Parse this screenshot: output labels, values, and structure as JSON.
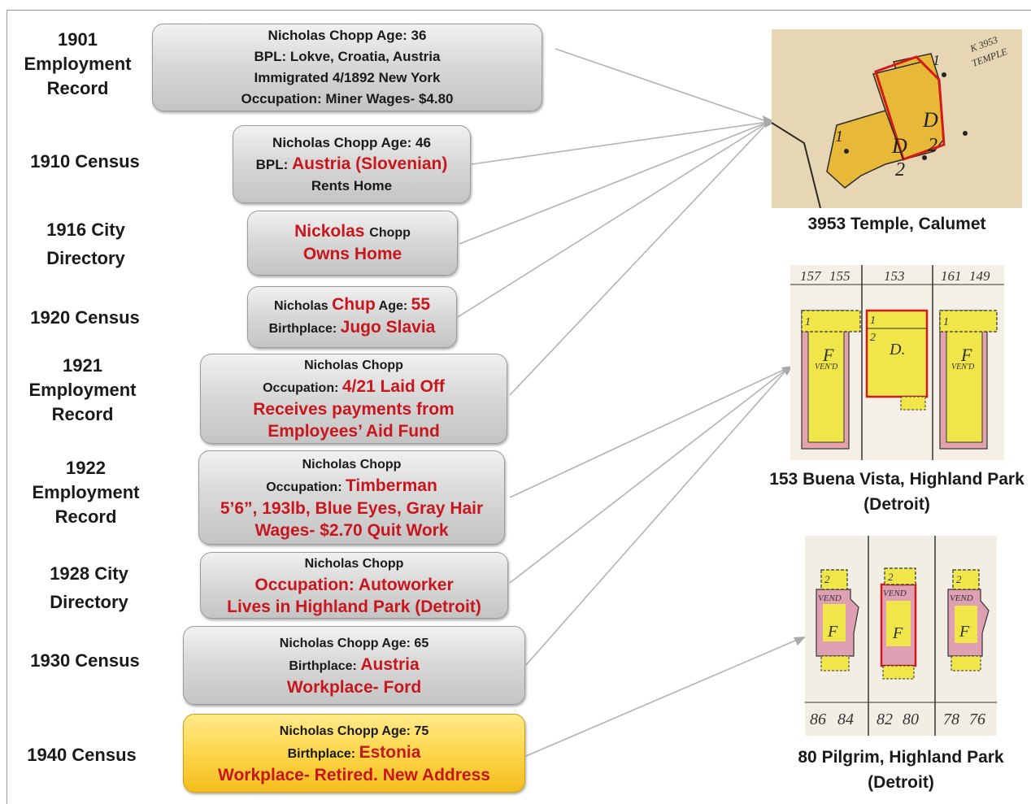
{
  "rows": [
    {
      "label_lines": [
        "1901",
        "Employment",
        "Record"
      ],
      "box_lines": [
        [
          {
            "t": "Nicholas Chopp   Age: 36",
            "c": "b"
          }
        ],
        [
          {
            "t": "BPL:  Lokve, Croatia, Austria",
            "c": "b"
          }
        ],
        [
          {
            "t": "Immigrated 4/1892 New York",
            "c": "b"
          }
        ],
        [
          {
            "t": "Occupation: Miner  Wages- $4.80",
            "c": "b"
          }
        ]
      ]
    },
    {
      "label_lines": [
        "1910 Census"
      ],
      "box_lines": [
        [
          {
            "t": "Nicholas Chopp  Age: 46",
            "c": "b"
          }
        ],
        [
          {
            "t": "BPL: ",
            "c": "b"
          },
          {
            "t": "Austria (Slovenian)",
            "c": "r"
          }
        ],
        [
          {
            "t": "Rents Home",
            "c": "b"
          }
        ]
      ]
    },
    {
      "label_lines": [
        "1916 City",
        "Directory"
      ],
      "box_lines": [
        [
          {
            "t": "Nickolas ",
            "c": "r"
          },
          {
            "t": "Chopp",
            "c": "s"
          }
        ],
        [
          {
            "t": "Owns Home",
            "c": "r"
          }
        ]
      ]
    },
    {
      "label_lines": [
        "1920 Census"
      ],
      "box_lines": [
        [
          {
            "t": "Nicholas ",
            "c": "s"
          },
          {
            "t": "Chup",
            "c": "r"
          },
          {
            "t": "  Age: ",
            "c": "s"
          },
          {
            "t": "55",
            "c": "r"
          }
        ],
        [
          {
            "t": "Birthplace: ",
            "c": "s"
          },
          {
            "t": "Jugo Slavia",
            "c": "r"
          }
        ]
      ]
    },
    {
      "label_lines": [
        "1921",
        "Employment",
        "Record"
      ],
      "box_lines": [
        [
          {
            "t": "Nicholas Chopp",
            "c": "s"
          }
        ],
        [
          {
            "t": "Occupation: ",
            "c": "s"
          },
          {
            "t": "4/21 Laid Off",
            "c": "r"
          }
        ],
        [
          {
            "t": "Receives payments from",
            "c": "r"
          }
        ],
        [
          {
            "t": "Employees’ Aid Fund",
            "c": "r"
          }
        ]
      ]
    },
    {
      "label_lines": [
        "1922",
        "Employment",
        "Record"
      ],
      "box_lines": [
        [
          {
            "t": "Nicholas Chopp",
            "c": "s"
          }
        ],
        [
          {
            "t": "Occupation: ",
            "c": "s"
          },
          {
            "t": "Timberman",
            "c": "r"
          }
        ],
        [
          {
            "t": "5’6”, 193lb, Blue Eyes, Gray Hair",
            "c": "r"
          }
        ],
        [
          {
            "t": "Wages- $2.70   Quit Work",
            "c": "r"
          }
        ]
      ]
    },
    {
      "label_lines": [
        "1928 City",
        "Directory"
      ],
      "box_lines": [
        [
          {
            "t": "Nicholas Chopp",
            "c": "s"
          }
        ],
        [
          {
            "t": "Occupation: Autoworker",
            "c": "r"
          }
        ],
        [
          {
            "t": "Lives in Highland Park (Detroit)",
            "c": "r"
          }
        ]
      ]
    },
    {
      "label_lines": [
        "1930 Census"
      ],
      "box_lines": [
        [
          {
            "t": "Nicholas Chopp  Age: 65",
            "c": "s"
          }
        ],
        [
          {
            "t": "Birthplace: ",
            "c": "s"
          },
          {
            "t": "Austria",
            "c": "r"
          }
        ],
        [
          {
            "t": "Workplace- Ford",
            "c": "r"
          }
        ]
      ]
    },
    {
      "label_lines": [
        "1940 Census"
      ],
      "box_lines": [
        [
          {
            "t": "Nicholas Chopp  Age: 75",
            "c": "s"
          }
        ],
        [
          {
            "t": "Birthplace: ",
            "c": "s"
          },
          {
            "t": "Estonia",
            "c": "r"
          }
        ],
        [
          {
            "t": "Workplace- Retired.     New Address",
            "c": "r"
          }
        ]
      ]
    }
  ],
  "places": [
    {
      "caption_lines": [
        "3953 Temple, Calumet"
      ],
      "map_labels": [
        "1",
        "D",
        "2",
        "D",
        "2",
        "1",
        "K 3953",
        "TEMPLE"
      ]
    },
    {
      "caption_lines": [
        "153 Buena Vista, Highland Park",
        "(Detroit)"
      ],
      "map_labels": [
        "157",
        "155",
        "153",
        "161",
        "149",
        "F",
        "VEN'D",
        "D.",
        "F",
        "VEN'D",
        "1",
        "2",
        "1",
        "1"
      ]
    },
    {
      "caption_lines": [
        "80 Pilgrim, Highland Park",
        "(Detroit)"
      ],
      "map_labels": [
        "86",
        "84",
        "82",
        "80",
        "78",
        "76",
        "VEND",
        "VEND",
        "VEND",
        "F",
        "F",
        "F",
        "2",
        "2",
        "2"
      ]
    }
  ],
  "colors": {
    "accent_red": "#c8161d",
    "box_gray": "#d3d3d3",
    "box_highlight": "#fdd64a",
    "map_yellow": "#e8b838",
    "map_pink": "#e7a2a8"
  }
}
